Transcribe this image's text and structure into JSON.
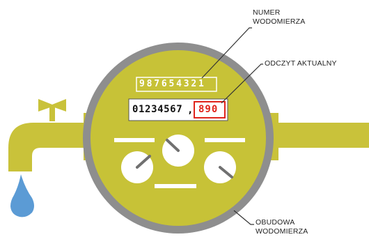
{
  "diagram": {
    "labels": {
      "meter_number": [
        "NUMER",
        "WODOMIERZA"
      ],
      "current_reading": [
        "ODCZYT AKTUALNY"
      ],
      "meter_housing": [
        "OBUDOWA",
        "WODOMIERZA"
      ]
    },
    "serial_number": "987654321",
    "reading": {
      "main": "01234567",
      "separator": ",",
      "fraction": "890"
    },
    "colors": {
      "pipe": "#c9c23a",
      "body": "#c7c237",
      "ring": "#8e8e8e",
      "water_drop": "#5b9bd5",
      "counter_box": "#ffffff",
      "fraction_box": "#e0241b",
      "dial_marks": "#ffffff",
      "dial_needle": "#707070",
      "leader_lines": "#333333"
    }
  }
}
